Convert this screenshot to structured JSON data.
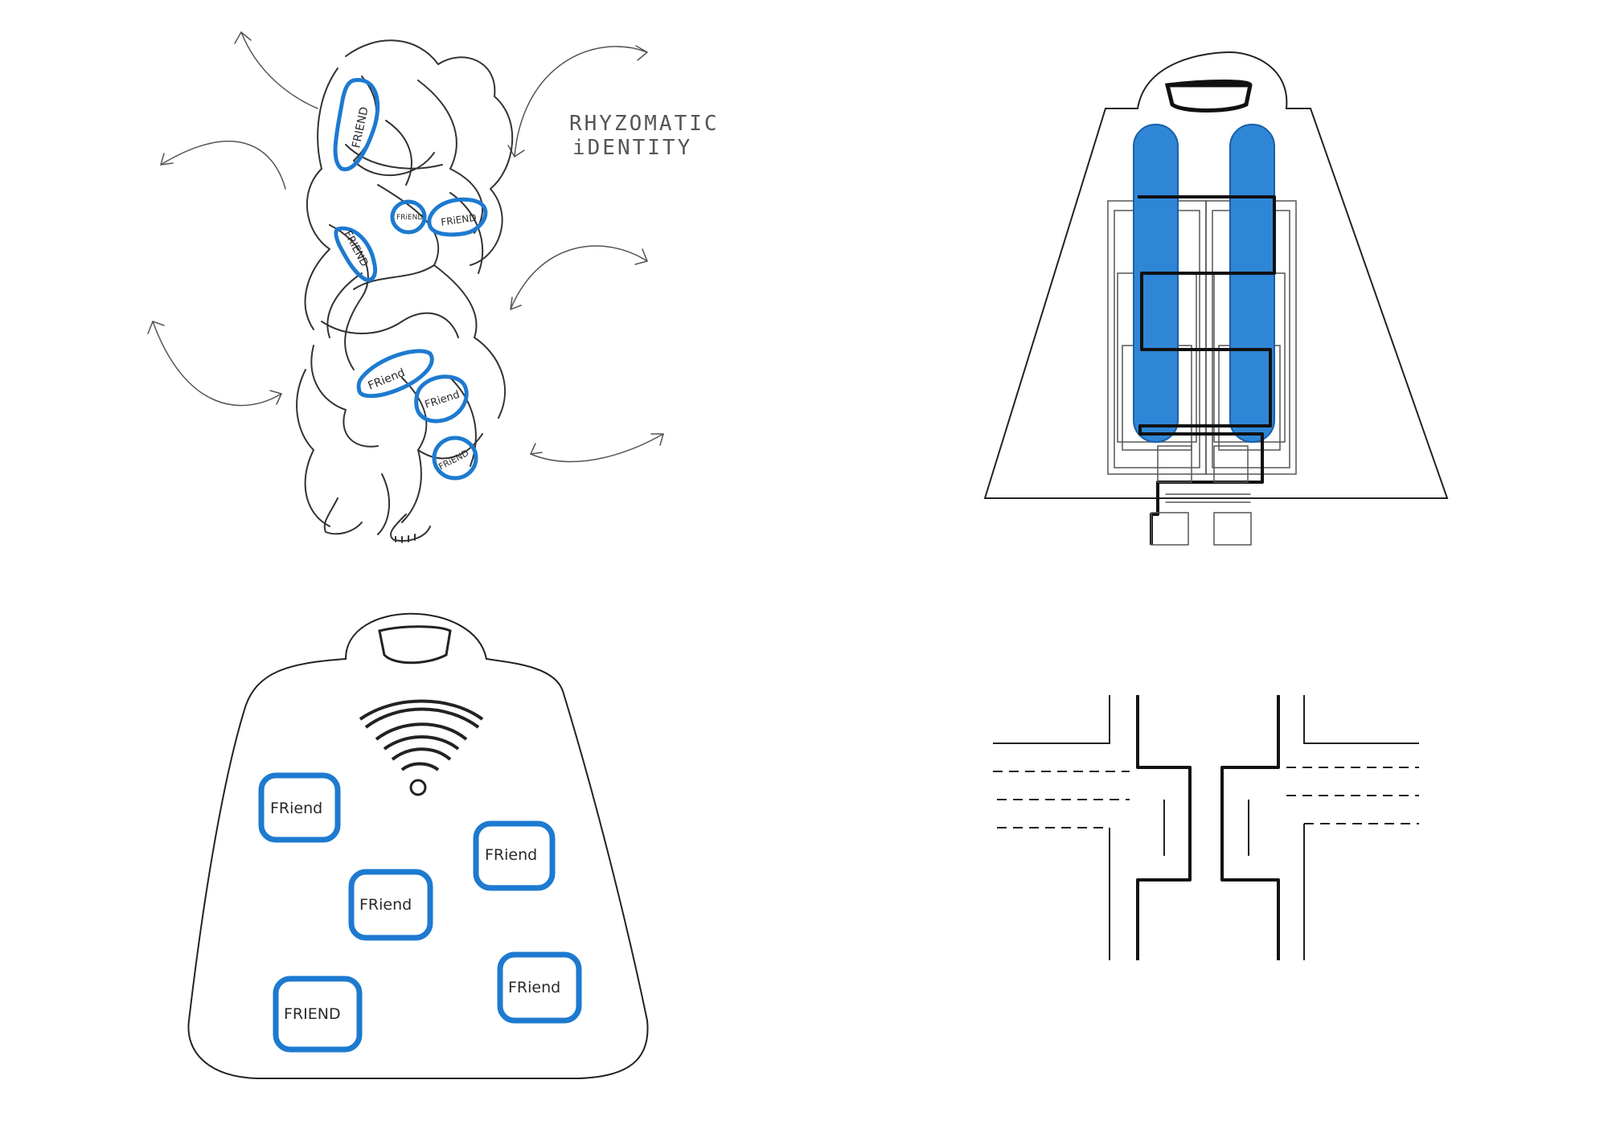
{
  "colors": {
    "friend_blue": "#1d7ad0",
    "tube_blue": "#2f86d6",
    "pencil": "#333333"
  },
  "rhizome": {
    "title_line1": "RHYZOMATIC",
    "title_line2": "iDENTITY",
    "friend_labels": [
      "FRIEND",
      "FRiEND",
      "FRiEND",
      "FRIEND",
      "FRiend",
      "FRiend",
      "FRiEND"
    ]
  },
  "cape": {
    "friend_labels": [
      "FRiend",
      "FRiend",
      "FRiend",
      "FRIEND",
      "FRiend"
    ],
    "wifi_icon": "wifi-icon"
  },
  "circuit_garment": {
    "tubes": 2
  },
  "connector_detail": {
    "line_style": "dashed"
  }
}
